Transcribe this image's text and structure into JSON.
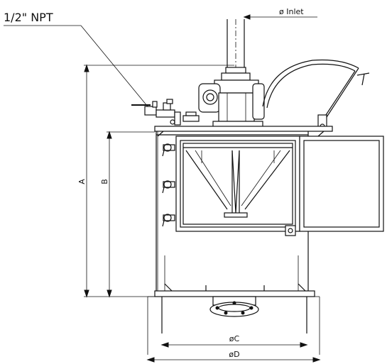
{
  "labels": {
    "npt": "1/2\" NPT",
    "inlet": "ø Inlet",
    "dim_a": "A",
    "dim_b": "B",
    "dim_c": "øC",
    "dim_d": "øD"
  }
}
